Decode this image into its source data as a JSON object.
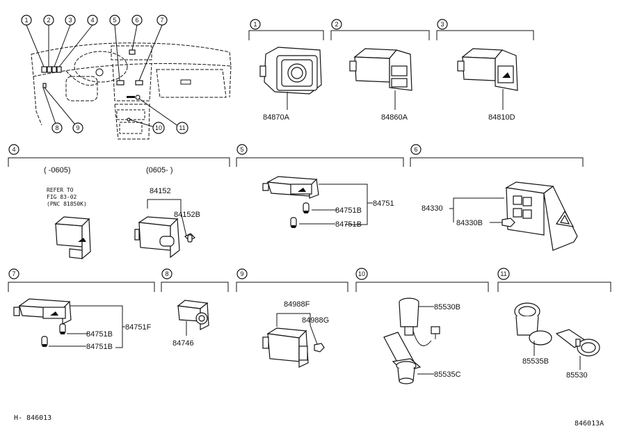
{
  "callouts": [
    "1",
    "2",
    "3",
    "4",
    "5",
    "6",
    "7",
    "8",
    "9",
    "10",
    "11"
  ],
  "parts": {
    "p1": "84870A",
    "p2": "84860A",
    "p3": "84810D",
    "p4_left_date": "(      -0605)",
    "p4_right_date": "(0605-      )",
    "p4_refer_1": "REFER TO",
    "p4_refer_2": "FIG 83-02",
    "p4_refer_3": "(PNC 81850K)",
    "p4_a": "84152",
    "p4_b": "84152B",
    "p5_a": "84751",
    "p5_b1": "84751B",
    "p5_b2": "84751B",
    "p6_a": "84330",
    "p6_b": "84330B",
    "p7_a": "84751F",
    "p7_b1": "84751B",
    "p7_b2": "84751B",
    "p8_a": "84746",
    "p9_a": "84988F",
    "p9_b": "84988G",
    "p10_a": "85530B",
    "p10_b": "85535C",
    "p11_a": "85535B",
    "p11_b": "85530"
  },
  "footer": {
    "left": "H- 846013",
    "right": "846013A"
  }
}
